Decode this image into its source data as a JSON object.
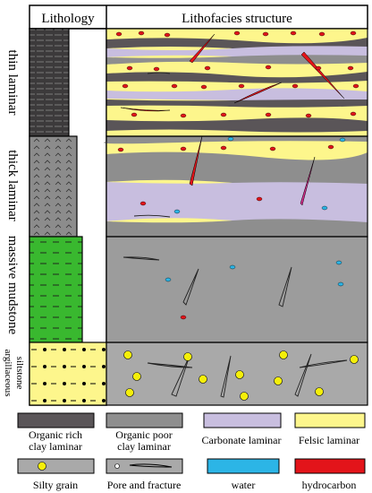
{
  "header": {
    "lithology": "Lithology",
    "structure": "Lithofacies structure"
  },
  "sections": [
    {
      "label": "thin  laminar"
    },
    {
      "label": "thick  laminar"
    },
    {
      "label": "massive mudstone"
    },
    {
      "label_line1": "argillaceous",
      "label_line2": "siltstone"
    }
  ],
  "legend": [
    {
      "label_line1": "Organic rich",
      "label_line2": "clay laminar",
      "color": "#5a5558"
    },
    {
      "label_line1": "Organic poor",
      "label_line2": "clay laminar",
      "color": "#8e8e8e"
    },
    {
      "label_line1": "Carbonate laminar",
      "color": "#c8bedf"
    },
    {
      "label_line1": "Felsic  laminar",
      "color": "#fdf68c"
    },
    {
      "label_line1": "Silty  grain",
      "color": "#f5ef0a"
    },
    {
      "label_line1": "Pore and fracture",
      "color": "#9a9a9a"
    },
    {
      "label_line1": "water",
      "color": "#2cb5e6"
    },
    {
      "label_line1": "hydrocarbon",
      "color": "#e3141a"
    }
  ],
  "colors": {
    "organic_rich": "#5a5558",
    "organic_poor": "#8e8e8e",
    "carbonate": "#c8bedf",
    "felsic": "#fdf68c",
    "massive_fill": "#9c9c9c",
    "silty_fill": "#a9a9a9",
    "green": "#39b82f",
    "water": "#2cb5e6",
    "hydrocarbon": "#e3141a",
    "silt_grain": "#f5ef0a"
  }
}
